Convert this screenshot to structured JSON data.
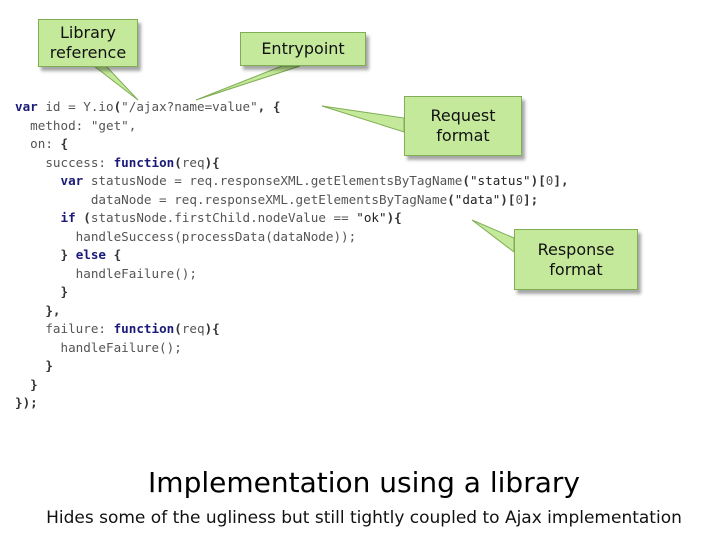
{
  "callouts": {
    "library": "Library\nreference",
    "entrypoint": "Entrypoint",
    "request": "Request\nformat",
    "response": "Response\nformat"
  },
  "code": {
    "l1_var": "var",
    "l1_mid": " id = Y.io",
    "l1_p1": "(",
    "l1_str": "\"/ajax?name=value\"",
    "l1_tail": ", {",
    "l2": "  method: \"get\",",
    "l3_a": "  on: ",
    "l3_b": "{",
    "l4_a": "    success: ",
    "l4_fn": "function",
    "l4_p1": "(",
    "l4_arg": "req",
    "l4_p2": "){",
    "l5_var": "var",
    "l5_mid": " statusNode = req.responseXML.getElementsByTagName",
    "l5_p1": "(",
    "l5_str": "\"status\"",
    "l5_p2": ")[",
    "l5_idx": "0",
    "l5_p3": "],",
    "l6_mid": "          dataNode = req.responseXML.getElementsByTagName",
    "l6_p1": "(",
    "l6_str": "\"data\"",
    "l6_p2": ")[",
    "l6_idx": "0",
    "l6_p3": "];",
    "l7_if": "if",
    "l7_sp": " ",
    "l7_p1": "(",
    "l7_mid": "statusNode.firstChild.nodeValue == ",
    "l7_str": "\"ok\"",
    "l7_p2": "){",
    "l8": "        handleSuccess(processData(dataNode));",
    "l9_a": "      ",
    "l9_b": "}",
    "l9_else": "else",
    "l9_c": "{",
    "l10": "        handleFailure();",
    "l11": "      }",
    "l12": "    },",
    "l13_a": "    failure: ",
    "l13_fn": "function",
    "l13_p1": "(",
    "l13_arg": "req",
    "l13_p2": "){",
    "l14": "      handleFailure();",
    "l15": "    }",
    "l16": "  }",
    "l17": "});"
  },
  "title": "Implementation using a library",
  "subtitle": "Hides some of the ugliness but still tightly coupled to Ajax implementation",
  "colors": {
    "callout_fill": "#c5e99b",
    "callout_border": "#7fae54",
    "keyword": "#1a1a7a"
  }
}
